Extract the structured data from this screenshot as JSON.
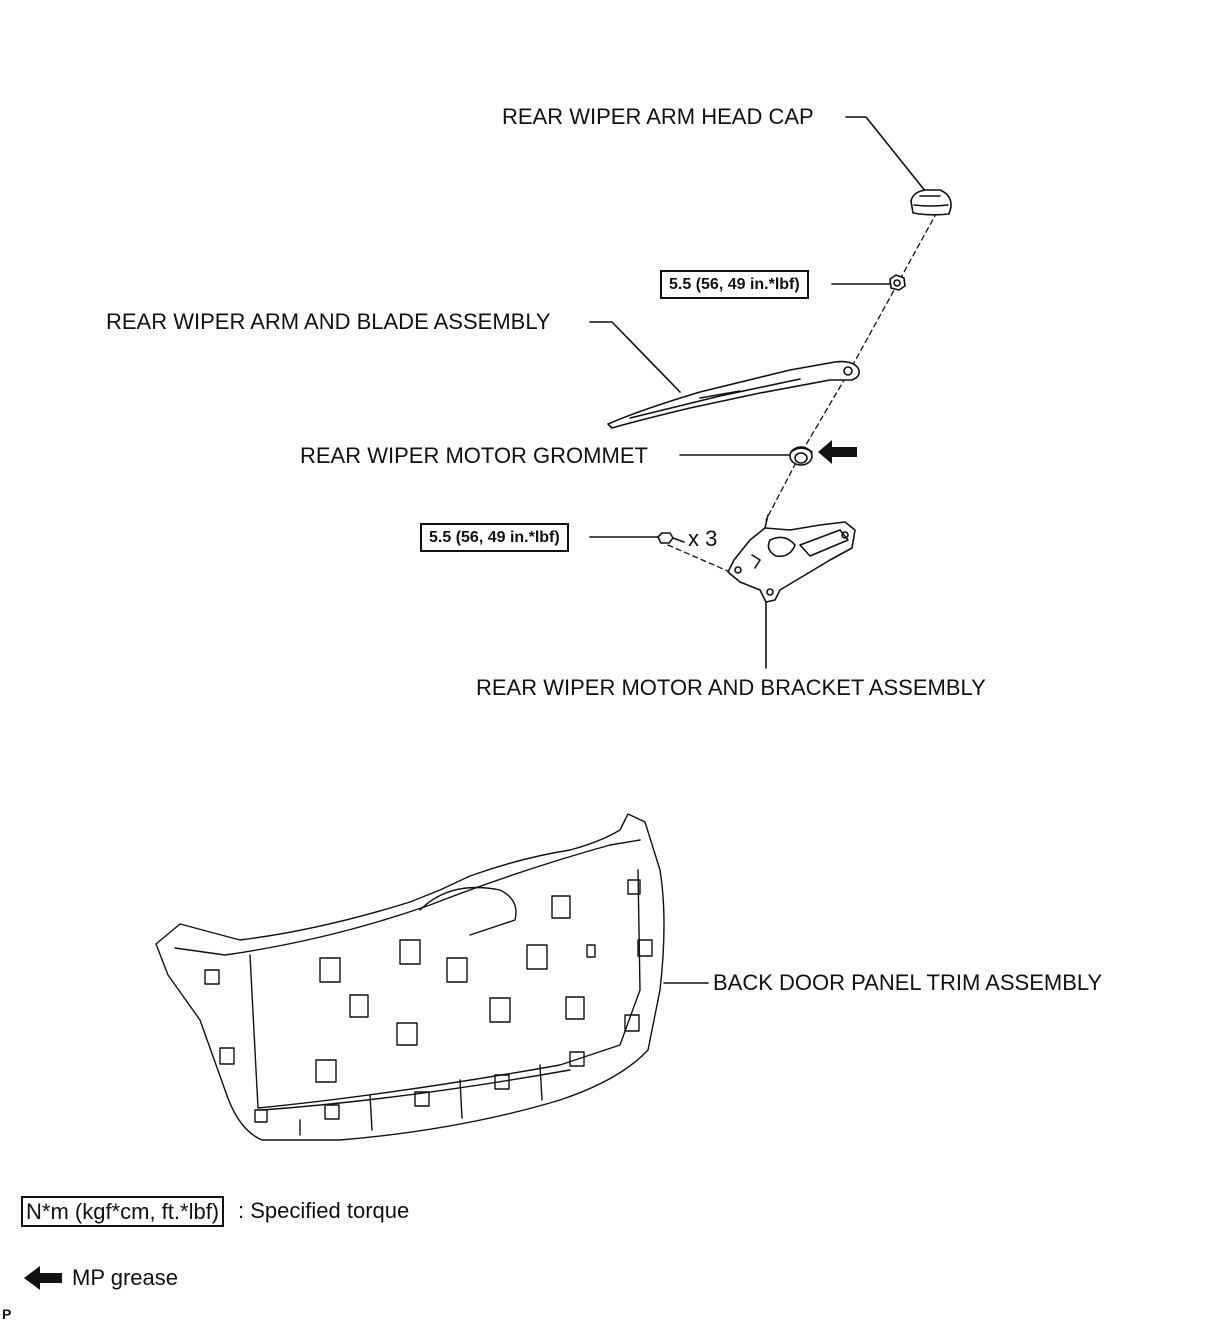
{
  "labels": {
    "head_cap": "REAR WIPER ARM HEAD CAP",
    "arm_blade": "REAR WIPER ARM AND BLADE ASSEMBLY",
    "grommet": "REAR WIPER MOTOR GROMMET",
    "motor_bracket": "REAR WIPER MOTOR AND BRACKET ASSEMBLY",
    "back_door_trim": "BACK DOOR PANEL TRIM ASSEMBLY"
  },
  "torque_specs": {
    "nut_torque": "5.5 (56, 49 in.*lbf)",
    "bolt_torque": "5.5 (56, 49 in.*lbf)",
    "bolt_quantity": "x 3"
  },
  "legend": {
    "torque_unit": "N*m (kgf*cm, ft.*lbf)",
    "torque_text": ": Specified torque",
    "grease_text": "MP grease",
    "corner_mark": "P"
  },
  "icons": {
    "grease_arrow": "arrow-left-icon"
  }
}
